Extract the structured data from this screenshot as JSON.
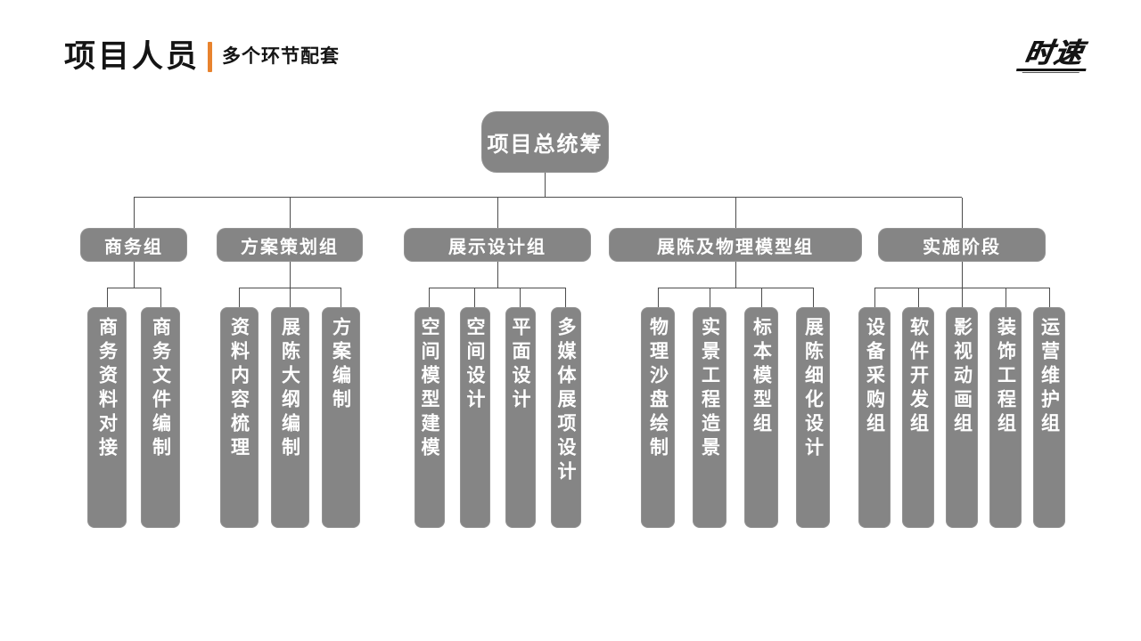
{
  "header": {
    "title": "项目人员",
    "subtitle": "多个环节配套",
    "logo_text": "时速",
    "accent_color": "#E8832E"
  },
  "colors": {
    "box_gray": "#858585",
    "connector": "#4d4d4d",
    "text_on_box": "#ffffff",
    "title_black": "#141414"
  },
  "chart": {
    "root": "项目总统筹",
    "groups": [
      {
        "label": "商务组",
        "children": [
          "商务资料对接",
          "商务文件编制"
        ]
      },
      {
        "label": "方案策划组",
        "children": [
          "资料内容梳理",
          "展陈大纲编制",
          "方案编制"
        ]
      },
      {
        "label": "展示设计组",
        "children": [
          "空间模型建模",
          "空间设计",
          "平面设计",
          "多媒体展项设计"
        ]
      },
      {
        "label": "展陈及物理模型组",
        "children": [
          "物理沙盘绘制",
          "实景工程造景",
          "标本模型组",
          "展陈细化设计"
        ]
      },
      {
        "label": "实施阶段",
        "children": [
          "设备采购组",
          "软件开发组",
          "影视动画组",
          "装饰工程组",
          "运营维护组"
        ]
      }
    ]
  }
}
